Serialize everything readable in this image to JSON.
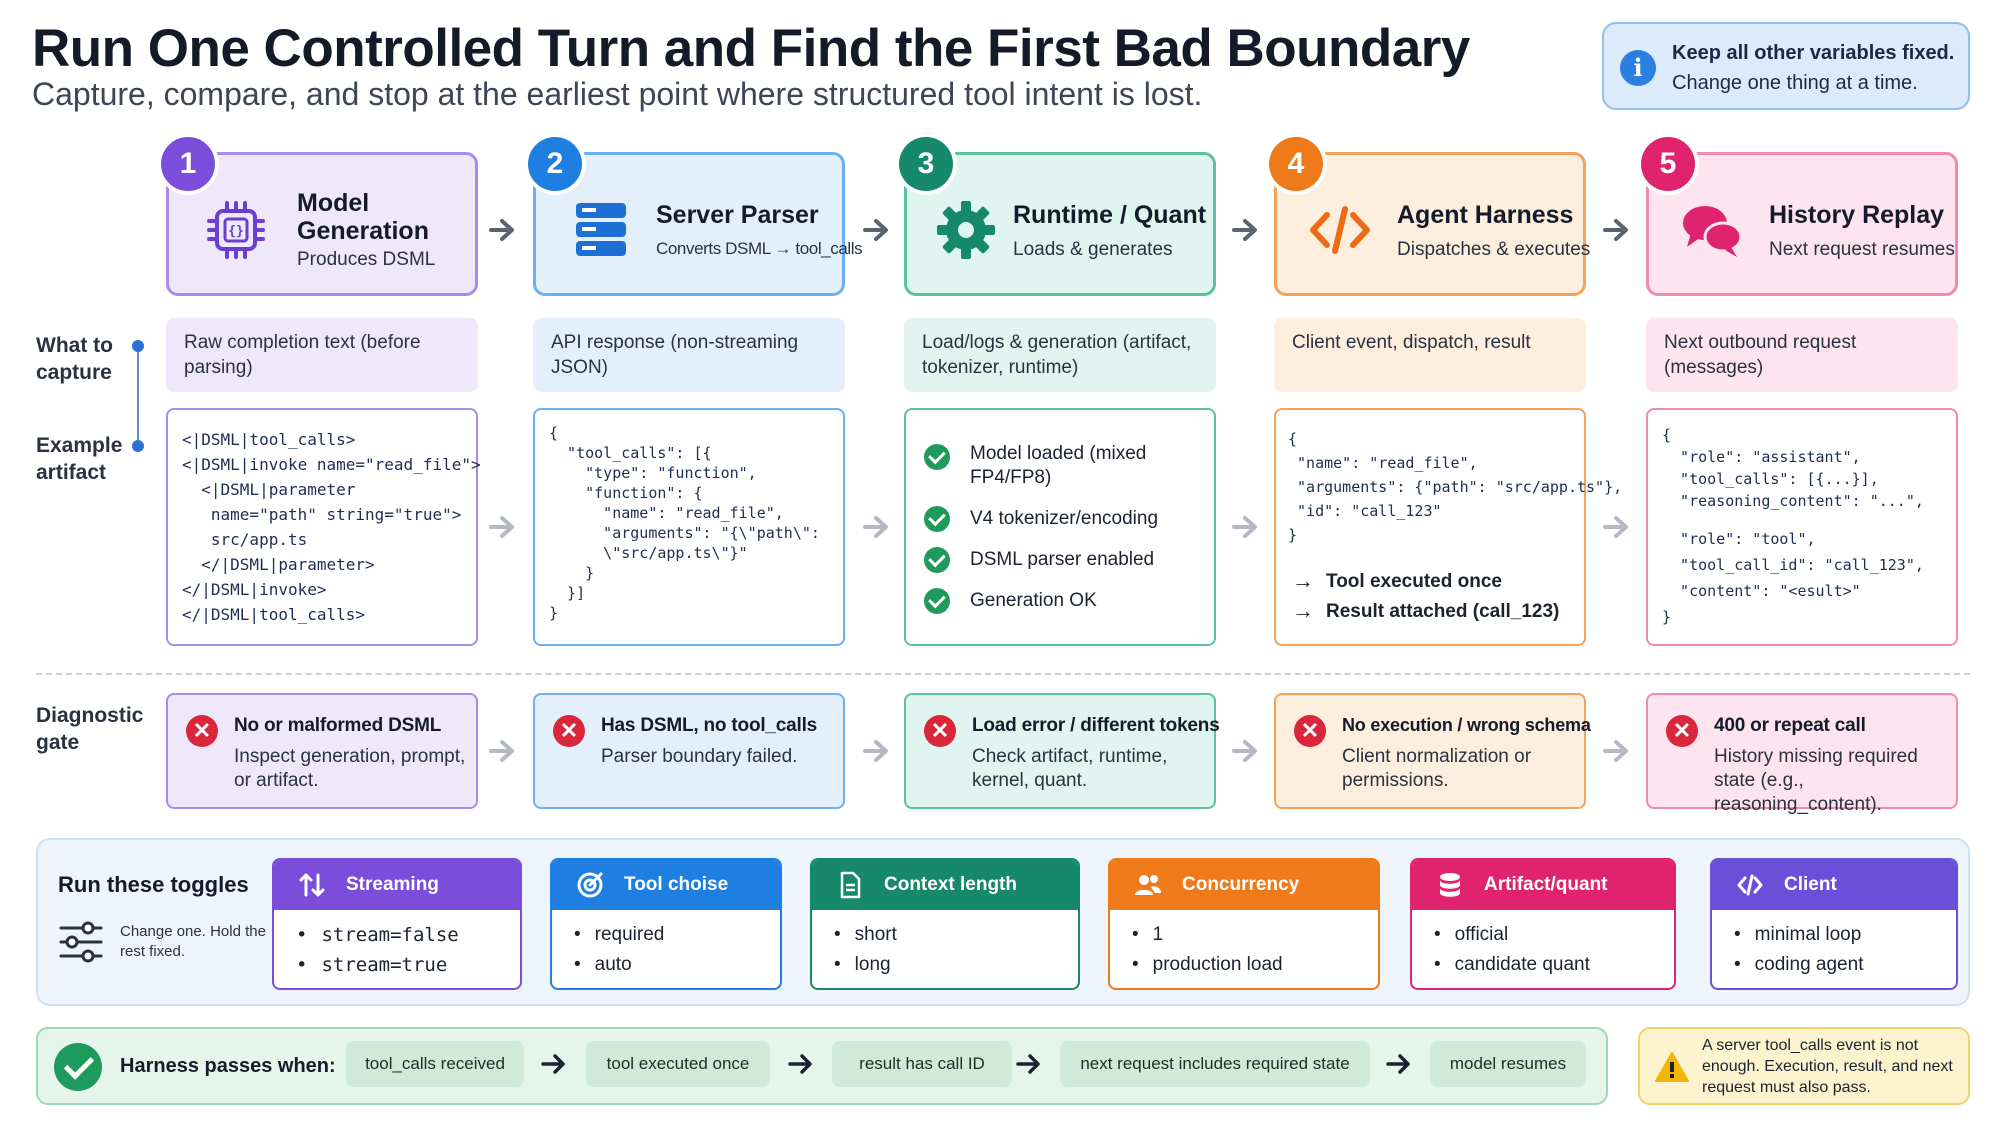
{
  "header": {
    "title": "Run One Controlled Turn and Find the First Bad Boundary",
    "subtitle": "Capture, compare, and stop at the earliest point where structured tool intent is lost.",
    "tip_line1": "Keep all other variables fixed.",
    "tip_line2": "Change one thing at a time."
  },
  "labels": {
    "what_to_capture": "What to capture",
    "example_artifact": "Example artifact",
    "diagnostic_gate": "Diagnostic gate"
  },
  "stages": [
    {
      "number": "1",
      "name": "Model Generation",
      "desc": "Produces DSML",
      "color": "#7c4ddb",
      "capture": "Raw completion text (before parsing)",
      "artifact": [
        "<|DSML|tool_calls>",
        "<|DSML|invoke name=\"read_file\">",
        "  <|DSML|parameter",
        "   name=\"path\" string=\"true\">",
        "   src/app.ts",
        "  </|DSML|parameter>",
        "</|DSML|invoke>",
        "</|DSML|tool_calls>"
      ],
      "diag_title": "No or malformed DSML",
      "diag_desc": "Inspect generation, prompt, or artifact."
    },
    {
      "number": "2",
      "name": "Server Parser",
      "desc": "Converts DSML → tool_calls",
      "color": "#1e7fe0",
      "capture": "API response (non-streaming JSON)",
      "artifact": [
        "{",
        "  \"tool_calls\": [{",
        "    \"type\": \"function\",",
        "    \"function\": {",
        "      \"name\": \"read_file\",",
        "      \"arguments\": \"{\\\"path\\\":",
        "      \\\"src/app.ts\\\"}\"",
        "    }",
        "  }]",
        "}"
      ],
      "diag_title": "Has DSML, no tool_calls",
      "diag_desc": "Parser boundary failed."
    },
    {
      "number": "3",
      "name": "Runtime / Quant",
      "desc": "Loads & generates",
      "color": "#15896a",
      "capture": "Load/logs & generation (artifact, tokenizer, runtime)",
      "checks": [
        "Model loaded (mixed FP4/FP8)",
        "V4 tokenizer/encoding",
        "DSML parser enabled",
        "Generation OK"
      ],
      "diag_title": "Load error / different tokens",
      "diag_desc": "Check artifact, runtime, kernel, quant."
    },
    {
      "number": "4",
      "name": "Agent Harness",
      "desc": "Dispatches & executes",
      "color": "#ef7a1a",
      "capture": "Client event, dispatch, result",
      "artifact": [
        "{",
        " \"name\": \"read_file\",",
        " \"arguments\": {\"path\": \"src/app.ts\"},",
        " \"id\": \"call_123\"",
        "}"
      ],
      "results": [
        "Tool executed once",
        "Result attached (call_123)"
      ],
      "diag_title": "No execution / wrong schema",
      "diag_desc": "Client normalization or permissions."
    },
    {
      "number": "5",
      "name": "History Replay",
      "desc": "Next request resumes",
      "color": "#e0236f",
      "capture": "Next outbound request (messages)",
      "artifact": [
        "{",
        "  \"role\": \"assistant\",",
        "  \"tool_calls\": [{...}],",
        "  \"reasoning_content\": \"...\",",
        "",
        "  \"role\": \"tool\",",
        "  \"tool_call_id\": \"call_123\",",
        "  \"content\": \"<esult>\"",
        "}"
      ],
      "diag_title": "400 or repeat call",
      "diag_desc": "History missing required state (e.g., reasoning_content)."
    }
  ],
  "toggles": {
    "title": "Run these toggles",
    "note": "Change one. Hold the rest fixed.",
    "items": [
      {
        "name": "Streaming",
        "options": [
          "stream=false",
          "stream=true"
        ],
        "color": "#7c4ddb",
        "icon": "arrows-updown-icon"
      },
      {
        "name": "Tool choise",
        "options": [
          "required",
          "auto"
        ],
        "color": "#1e7fe0",
        "icon": "target-icon"
      },
      {
        "name": "Context length",
        "options": [
          "short",
          "long"
        ],
        "color": "#15896a",
        "icon": "document-icon"
      },
      {
        "name": "Concurrency",
        "options": [
          "1",
          "production load"
        ],
        "color": "#ef7a1a",
        "icon": "users-icon"
      },
      {
        "name": "Artifact/quant",
        "options": [
          "official",
          "candidate quant"
        ],
        "color": "#e0236f",
        "icon": "database-icon"
      },
      {
        "name": "Client",
        "options": [
          "minimal loop",
          "coding agent"
        ],
        "color": "#6a4fd8",
        "icon": "code-icon"
      }
    ]
  },
  "pass": {
    "label": "Harness passes when:",
    "steps": [
      "tool_calls received",
      "tool executed once",
      "result has call ID",
      "next request includes required state",
      "model resumes"
    ]
  },
  "warning": "A server tool_calls event is not enough. Execution, result, and next request must also pass."
}
